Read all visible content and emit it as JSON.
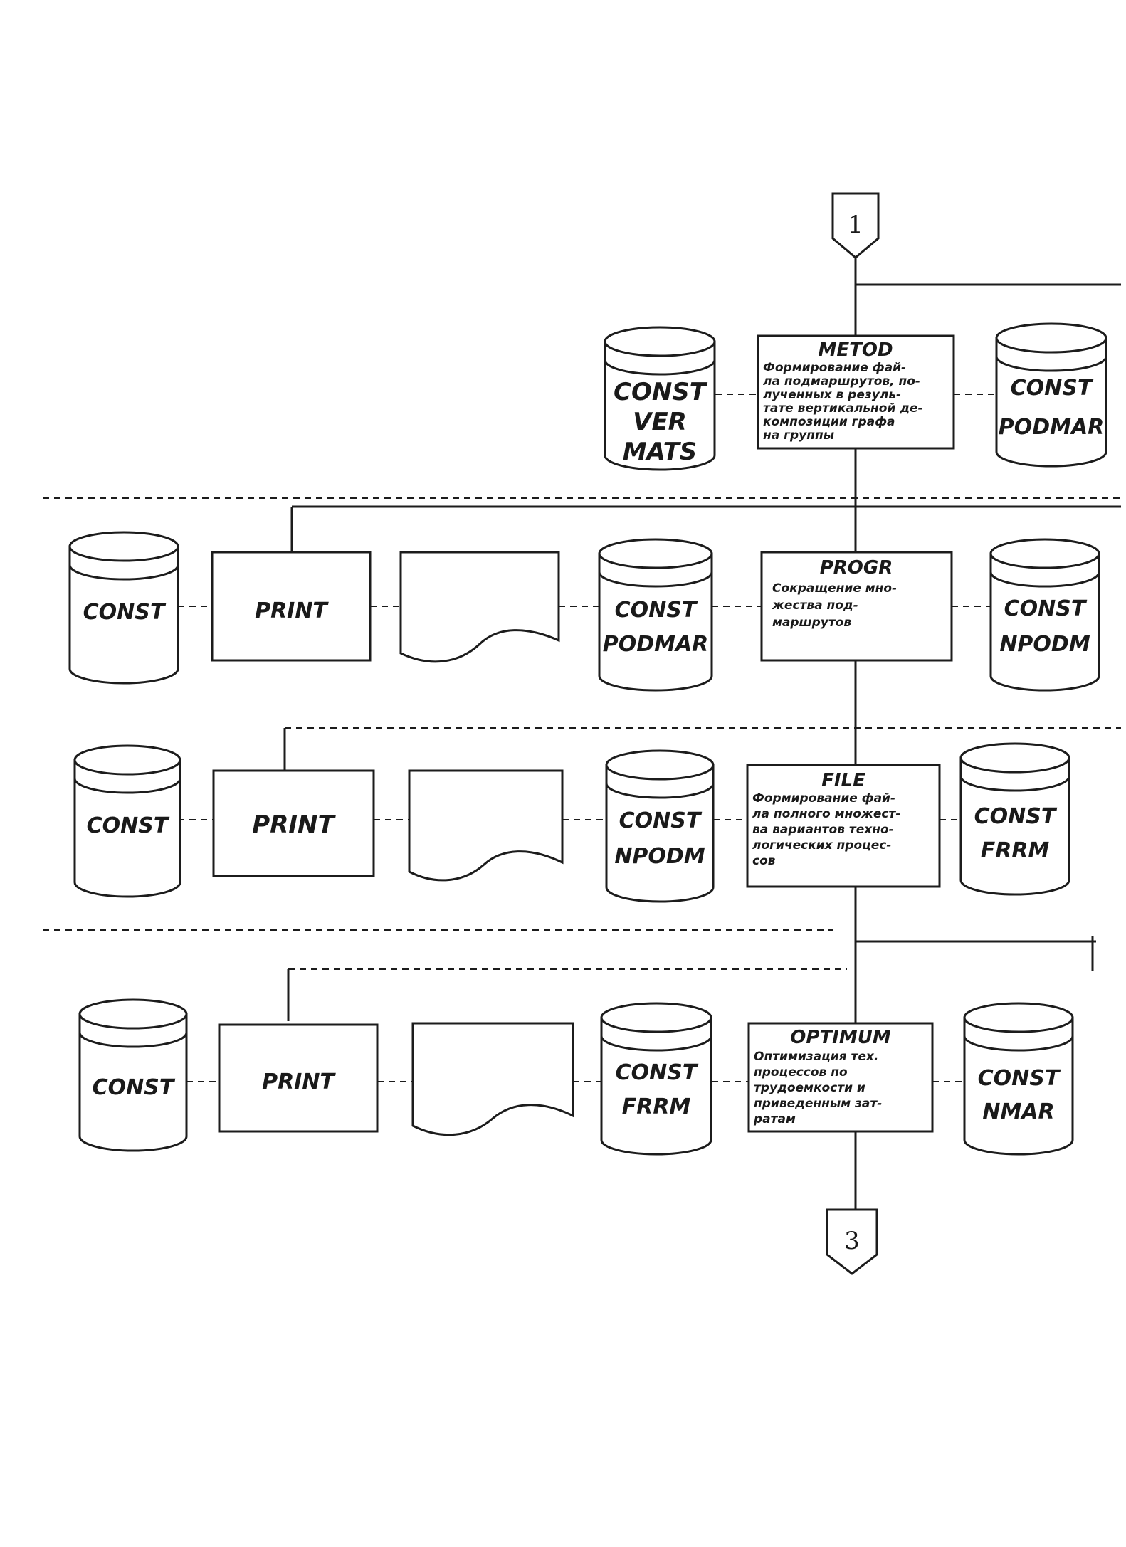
{
  "connectors": {
    "top": "1",
    "bottom": "3"
  },
  "steps": [
    {
      "title": "METOD",
      "description": [
        "Формирование фай-",
        "ла подмаршрутов, по-",
        "лученных в резуль-",
        "тате вертикальной де-",
        "композиции графа",
        "на группы"
      ],
      "input_store": [
        "CONST",
        "VER",
        "MATS"
      ],
      "output_store": [
        "CONST",
        "PODMAR"
      ]
    },
    {
      "title": "PROGR",
      "description": [
        "Сокращение мно-",
        "жества под-",
        "маршрутов"
      ],
      "input_store": [
        "CONST",
        "PODMAR"
      ],
      "output_store": [
        "CONST",
        "NPODM"
      ],
      "print_store": "CONST",
      "print_label": "PRINT"
    },
    {
      "title": "FILE",
      "description": [
        "Формирование фай-",
        "ла полного множест-",
        "ва вариантов техно-",
        "логических процес-",
        "сов"
      ],
      "input_store": [
        "CONST",
        "NPODM"
      ],
      "output_store": [
        "CONST",
        "FRRM"
      ],
      "print_store": "CONST",
      "print_label": "PRINT"
    },
    {
      "title": "OPTIMUM",
      "description": [
        "Оптимизация тех.",
        "процессов по",
        "трудоемкости и",
        "приведенным зат-",
        "ратам"
      ],
      "input_store": [
        "CONST",
        "FRRM"
      ],
      "output_store": [
        "CONST",
        "NMAR"
      ],
      "print_store": "CONST",
      "print_label": "PRINT"
    }
  ]
}
